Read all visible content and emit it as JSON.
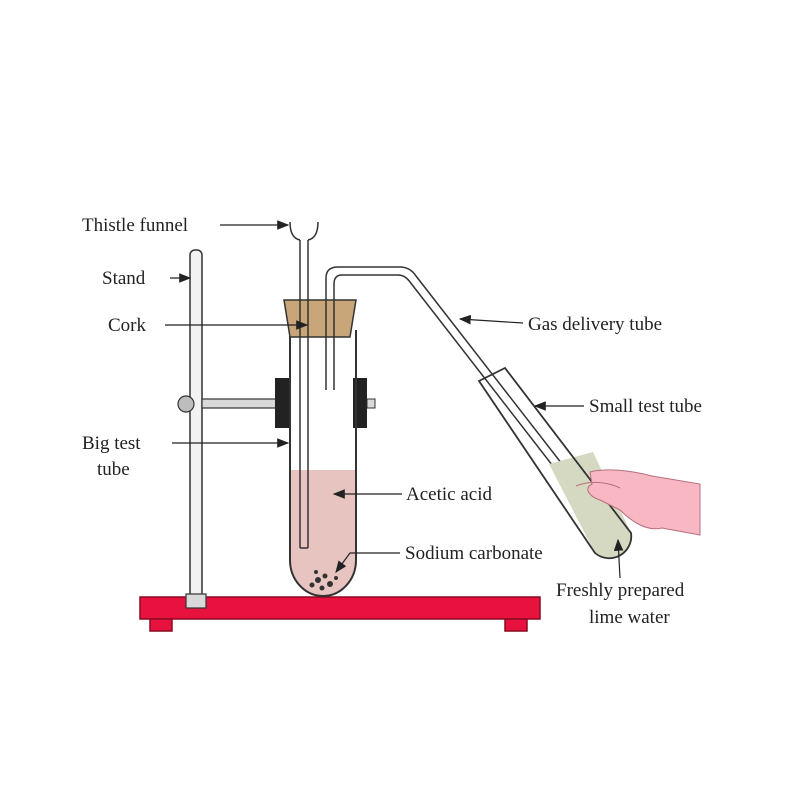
{
  "labels": {
    "thistle_funnel": "Thistle funnel",
    "stand": "Stand",
    "cork": "Cork",
    "big_test_tube_line1": "Big test",
    "big_test_tube_line2": "tube",
    "gas_delivery_tube": "Gas delivery tube",
    "small_test_tube": "Small test tube",
    "acetic_acid": "Acetic acid",
    "sodium_carbonate": "Sodium carbonate",
    "lime_water_line1": "Freshly prepared",
    "lime_water_line2": "lime water"
  },
  "colors": {
    "base": "#e8123f",
    "cork": "#c9a57a",
    "acid": "#e7c4bf",
    "lime_water": "#d6d9c2",
    "hand": "#f7b8c4",
    "clamp": "#222222"
  }
}
